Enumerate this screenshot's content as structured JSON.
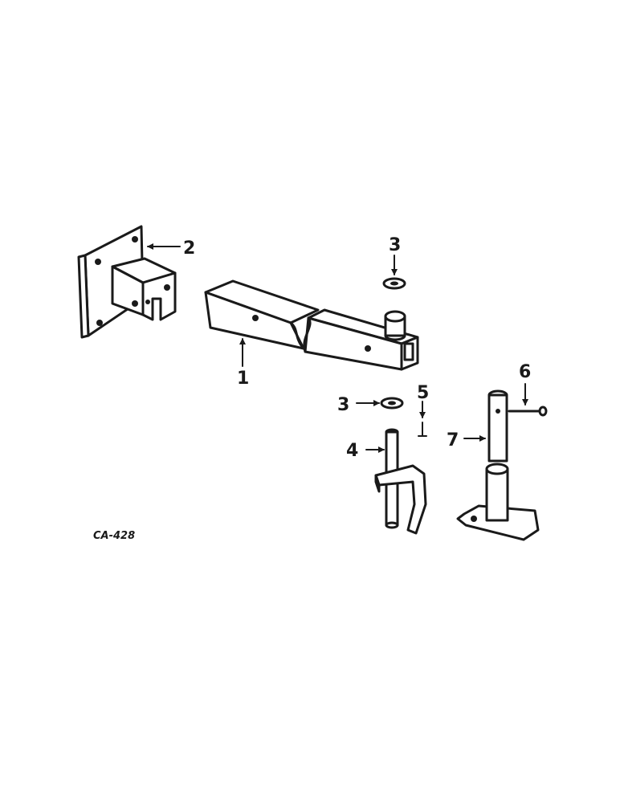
{
  "callouts": {
    "part_1": "1",
    "part_2": "2",
    "part_3_top": "3",
    "part_3_bottom": "3",
    "part_4": "4",
    "part_5": "5",
    "part_6": "6",
    "part_7": "7"
  },
  "figure_code": "CA-428",
  "colors": {
    "ink": "#1a1a1a",
    "background": "#ffffff"
  }
}
